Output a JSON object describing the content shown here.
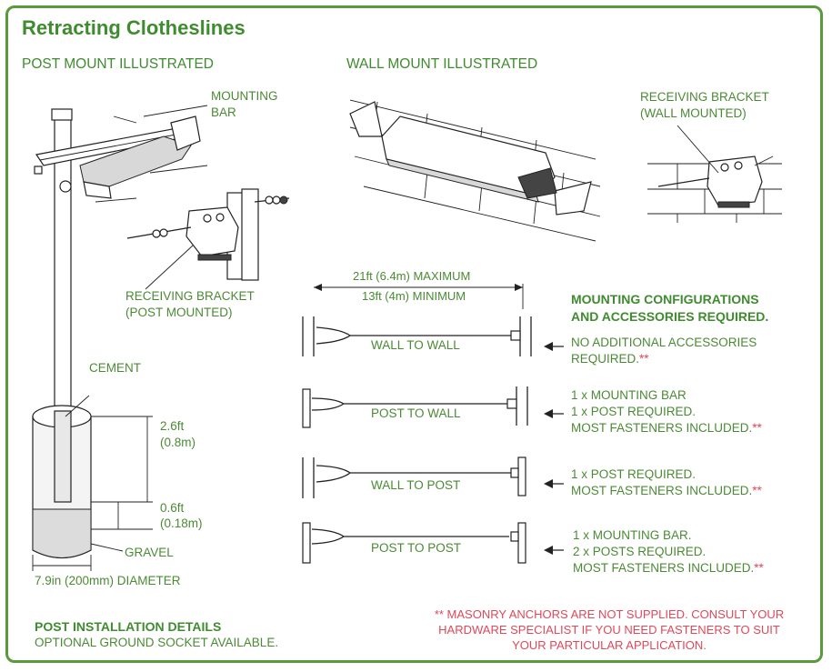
{
  "title": "Retracting Clotheslines",
  "post_mount": {
    "heading": "POST MOUNT ILLUSTRATED",
    "mounting_bar": [
      "MOUNTING",
      "BAR"
    ],
    "receiving_bracket": [
      "RECEIVING BRACKET",
      "(POST MOUNTED)"
    ]
  },
  "wall_mount": {
    "heading": "WALL MOUNT ILLUSTRATED",
    "receiving_bracket": [
      "RECEIVING BRACKET",
      "(WALL MOUNTED)"
    ]
  },
  "footing": {
    "cement": "CEMENT",
    "gravel": "GRAVEL",
    "depth_cement": [
      "2.6ft",
      "(0.8m)"
    ],
    "depth_gravel": [
      "0.6ft",
      "(0.18m)"
    ],
    "diameter": "7.9in (200mm) DIAMETER"
  },
  "span": {
    "maximum": "21ft (6.4m) MAXIMUM",
    "minimum": "13ft (4m) MINIMUM"
  },
  "configurations": {
    "heading": [
      "MOUNTING CONFIGURATIONS",
      "AND ACCESSORIES REQUIRED."
    ],
    "items": [
      {
        "label": "WALL TO WALL",
        "lines": [
          "NO ADDITIONAL ACCESSORIES",
          "REQUIRED."
        ],
        "asterisk": "**"
      },
      {
        "label": "POST TO WALL",
        "lines": [
          "1 x MOUNTING BAR",
          "1 x POST REQUIRED.",
          "MOST FASTENERS INCLUDED."
        ],
        "asterisk": "**"
      },
      {
        "label": "WALL TO POST",
        "lines": [
          "1 x POST REQUIRED.",
          "MOST FASTENERS INCLUDED."
        ],
        "asterisk": "**"
      },
      {
        "label": "POST TO POST",
        "lines": [
          "1 x MOUNTING BAR.",
          "2 x POSTS REQUIRED.",
          "MOST FASTENERS INCLUDED."
        ],
        "asterisk": "**"
      }
    ]
  },
  "installation": {
    "heading": "POST INSTALLATION DETAILS",
    "subtext": "OPTIONAL GROUND SOCKET AVAILABLE."
  },
  "note": [
    "** MASONRY ANCHORS ARE NOT SUPPLIED. CONSULT YOUR",
    "HARDWARE SPECIALIST IF YOU NEED FASTENERS TO SUIT",
    "YOUR PARTICULAR APPLICATION."
  ],
  "colors": {
    "green": "#3f8b2f",
    "border": "#5a9a3c",
    "red": "#e0485a"
  }
}
